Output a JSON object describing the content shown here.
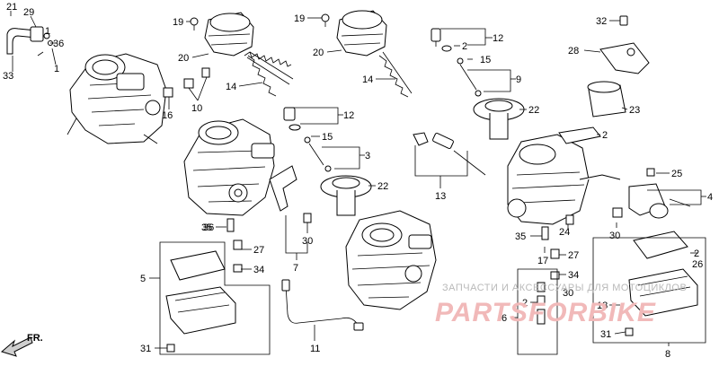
{
  "callouts": [
    "21",
    "29",
    "36",
    "1",
    "1",
    "33",
    "19",
    "20",
    "19",
    "20",
    "16",
    "10",
    "14",
    "14",
    "12",
    "2",
    "15",
    "9",
    "22",
    "12",
    "15",
    "3",
    "22",
    "13",
    "32",
    "28",
    "23",
    "2",
    "25",
    "4",
    "35",
    "27",
    "34",
    "30",
    "7",
    "36",
    "5",
    "31",
    "2",
    "6",
    "11",
    "17",
    "24",
    "30",
    "35",
    "27",
    "34",
    "30",
    "2",
    "26",
    "18",
    "31",
    "8"
  ],
  "watermark": {
    "line1": "ЗАПЧАСТИ И АКСЕССУАРЫ ДЛЯ МОТОЦИКЛОВ",
    "logo": "PARTSFORBIKE"
  },
  "direction_label": "FR.",
  "colors": {
    "line": "#000000",
    "watermark_text": "#b9b9b9",
    "watermark_logo": "#f1b9b9"
  }
}
